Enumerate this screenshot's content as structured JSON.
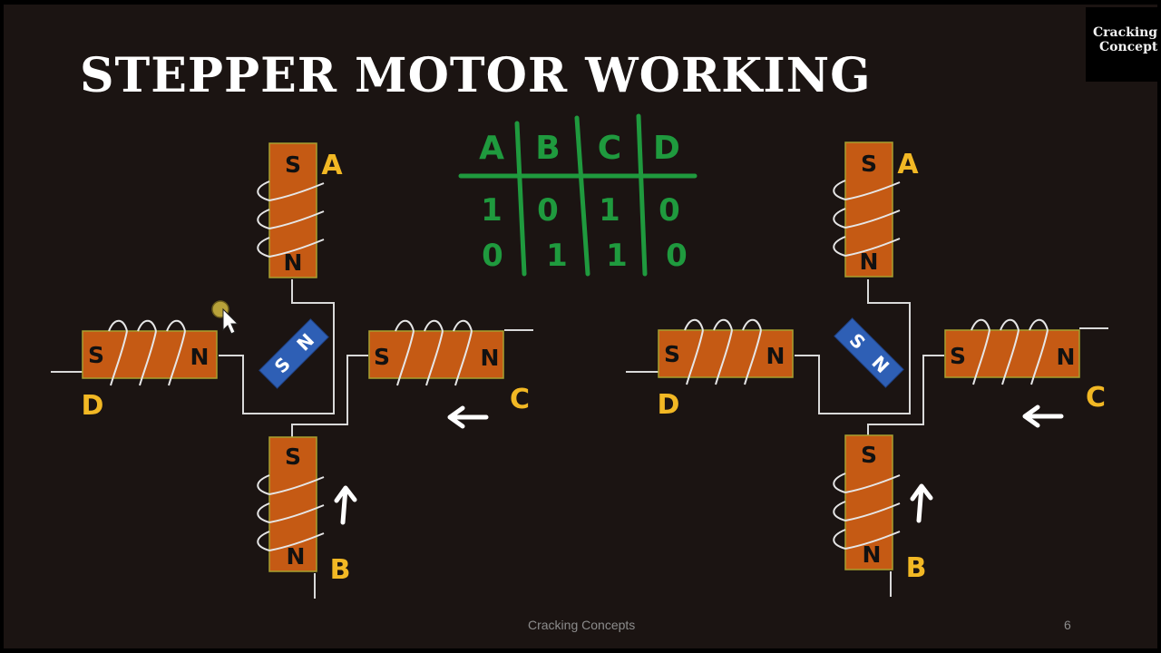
{
  "slide": {
    "title": "STEPPER MOTOR WORKING",
    "logo": {
      "line1": "Cracking",
      "line2": "Concepts"
    },
    "footer": "Cracking Concepts",
    "page_number": "6"
  },
  "truth_table": {
    "headers": [
      "A",
      "B",
      "C",
      "D"
    ],
    "rows": [
      [
        "1",
        "0",
        "1",
        "0"
      ],
      [
        "0",
        "1",
        "1",
        "0"
      ]
    ]
  },
  "motors": [
    {
      "coils": {
        "A": {
          "label": "A",
          "top": "S",
          "bottom": "N"
        },
        "B": {
          "label": "B",
          "top": "S",
          "bottom": "N"
        },
        "C": {
          "label": "C",
          "left": "S",
          "right": "N"
        },
        "D": {
          "label": "D",
          "left": "S",
          "right": "N"
        }
      },
      "rotor": {
        "pole1": "N",
        "pole2": "S",
        "orientation": "diagonal, N toward upper-right"
      }
    },
    {
      "coils": {
        "A": {
          "label": "A",
          "top": "S",
          "bottom": "N"
        },
        "B": {
          "label": "B",
          "top": "S",
          "bottom": "N"
        },
        "C": {
          "label": "C",
          "left": "S",
          "right": "N"
        },
        "D": {
          "label": "D",
          "left": "S",
          "right": "N"
        }
      },
      "rotor": {
        "pole1": "S",
        "pole2": "N",
        "orientation": "diagonal, S toward upper-left"
      }
    }
  ],
  "colors": {
    "background": "#1b1412",
    "pole": "#c55a14",
    "coil_wire": "#e6e6e6",
    "coil_label": "#f2b824",
    "table_ink": "#1f9a3e",
    "rotor": "#2e5fb5",
    "title": "#ffffff"
  },
  "icons": [
    "cursor-icon",
    "left-arrow-icon",
    "up-arrow-icon"
  ]
}
